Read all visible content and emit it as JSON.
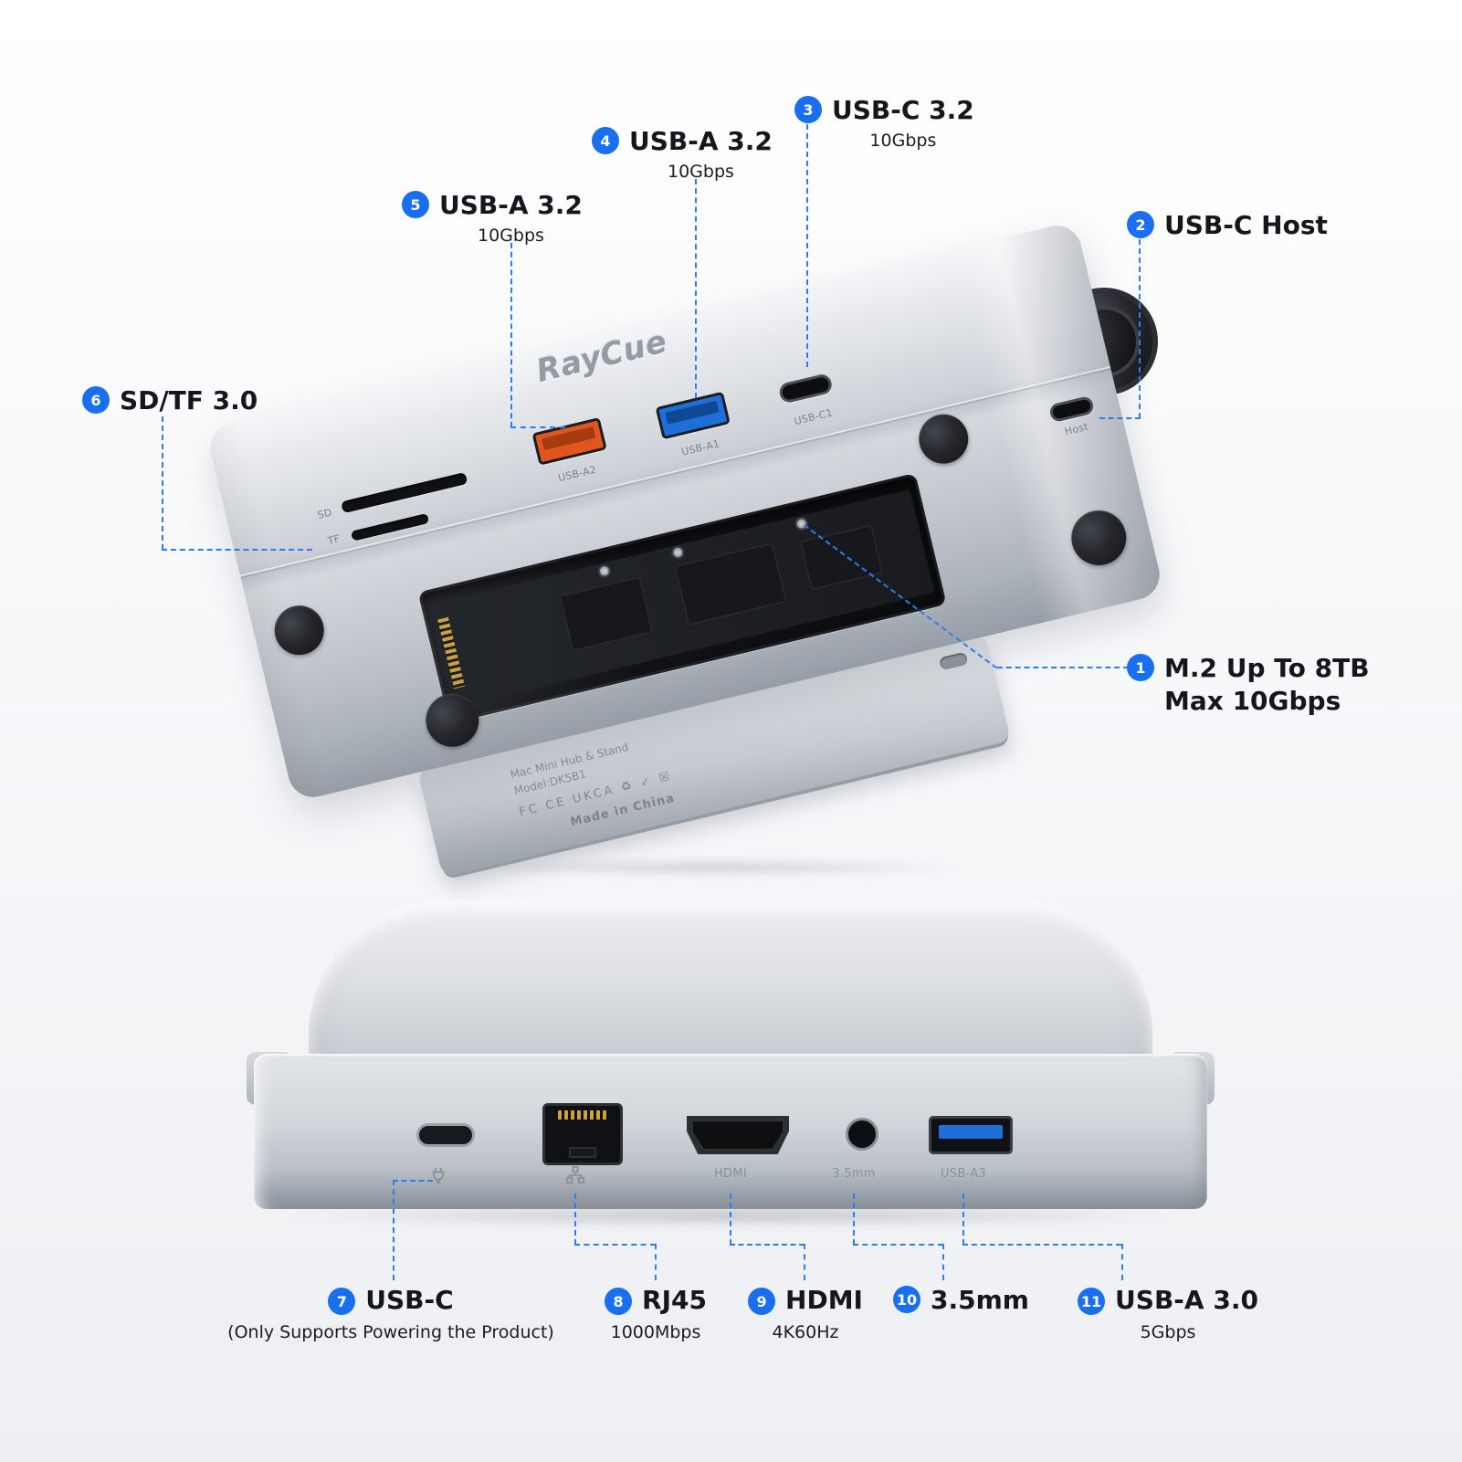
{
  "colors": {
    "accent_blue": "#1a6ef0",
    "leader_line_blue": "#2f7bf5",
    "usb_a2_orange": "#e0561e",
    "usb_a1_blue": "#1e6fd8"
  },
  "brand": {
    "logo": "RayCue"
  },
  "top_device": {
    "port_etch_labels": {
      "usb_a2": "USB-A2",
      "usb_a1": "USB-A1",
      "usb_c1": "USB-C1",
      "host": "Host",
      "sd": "SD",
      "tf": "TF"
    }
  },
  "cover_plate": {
    "product_line": "Mac Mini Hub & Stand",
    "model_line": "Model:DK5B1",
    "cert_marks": "FC CE UKCA ♻ ✓ ☒",
    "made_in": "Made in China"
  },
  "bottom_device": {
    "etch_labels": {
      "hdmi": "HDMI",
      "audio_jack": "3.5mm",
      "usb_a3": "USB-A3"
    }
  },
  "callouts": [
    {
      "num": "1",
      "title": "M.2 Up To 8TB",
      "line2": "Max 10Gbps"
    },
    {
      "num": "2",
      "title": "USB-C Host"
    },
    {
      "num": "3",
      "title": "USB-C 3.2",
      "subtitle": "10Gbps"
    },
    {
      "num": "4",
      "title": "USB-A 3.2",
      "subtitle": "10Gbps"
    },
    {
      "num": "5",
      "title": "USB-A 3.2",
      "subtitle": "10Gbps"
    },
    {
      "num": "6",
      "title": "SD/TF 3.0"
    },
    {
      "num": "7",
      "title": "USB-C",
      "subtitle": "(Only Supports Powering the Product)"
    },
    {
      "num": "8",
      "title": "RJ45",
      "subtitle": "1000Mbps"
    },
    {
      "num": "9",
      "title": "HDMI",
      "subtitle": "4K60Hz"
    },
    {
      "num": "10",
      "title": "3.5mm"
    },
    {
      "num": "11",
      "title": "USB-A 3.0",
      "subtitle": "5Gbps"
    }
  ]
}
